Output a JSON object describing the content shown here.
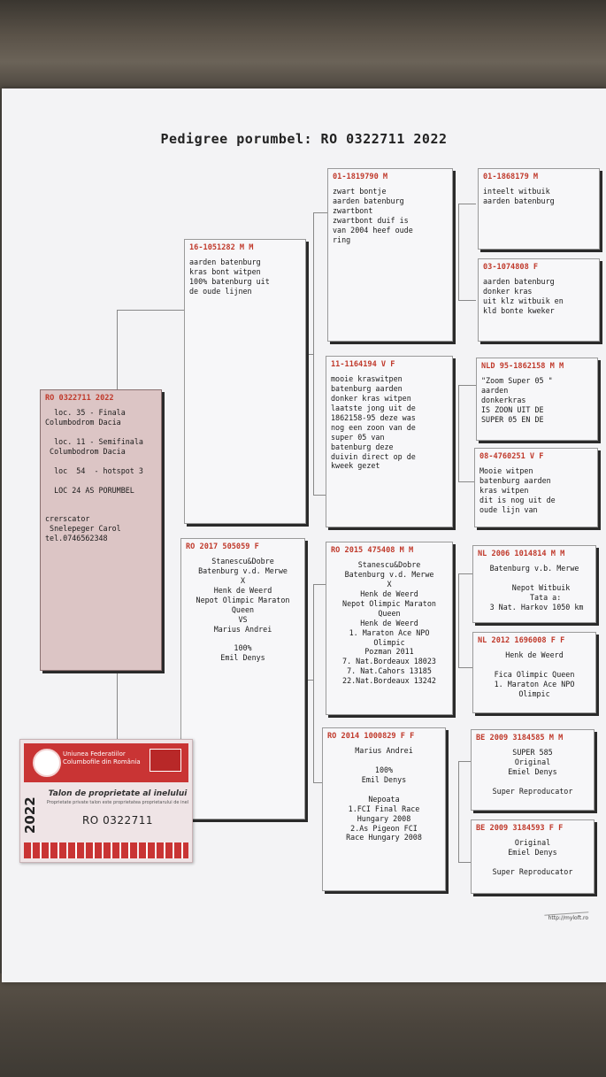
{
  "title": "Pedigree porumbel: RO 0322711 2022",
  "cards": {
    "main": {
      "id": "RO 0322711 2022",
      "body": "  loc. 35 - Finala\nColumbodrom Dacia\n\n  loc. 11 - Semifinala\n Columbodrom Dacia\n\n  loc  54  - hotspot 3\n\n  LOC 24 AS PORUMBEL\n\n\ncrerscator\n Snelepeger Carol\ntel.0746562348"
    },
    "sire": {
      "id": "16-1051282 M M",
      "body": "aarden batenburg\nkras bont witpen\n100% batenburg uit\nde oude lijnen"
    },
    "dam": {
      "id": "RO 2017 505059 F",
      "body": "Stanescu&Dobre\nBatenburg v.d. Merwe\nX\nHenk de Weerd\nNepot Olimpic Maraton\nQueen\nVS\nMarius Andrei\n\n100%\nEmil Denys"
    },
    "ss": {
      "id": "01-1819790 M",
      "body": "zwart bontje\naarden batenburg\nzwartbont\nzwartbont duif is\nvan 2004 heef oude\nring"
    },
    "sd": {
      "id": "11-1164194 V F",
      "body": "mooie kraswitpen\nbatenburg aarden\ndonker kras witpen\nlaatste jong uit de\n1862158-95 deze was\nnog een zoon van de\nsuper 05 van\nbatenburg deze\nduivin direct op de\nkweek gezet"
    },
    "ds": {
      "id": "RO 2015 475408 M M",
      "body": "Stanescu&Dobre\nBatenburg v.d. Merwe\nX\nHenk de Weerd\nNepot Olimpic Maraton\nQueen\nHenk de Weerd\n1. Maraton Ace NPO\nOlimpic\nPozman 2011\n7. Nat.Bordeaux 18023\n7. Nat.Cahors 13185\n22.Nat.Bordeaux 13242"
    },
    "dd": {
      "id": "RO 2014 1000829 F F",
      "body": "Marius Andrei\n\n100%\nEmil Denys\n\nNepoata\n1.FCI Final Race\nHungary 2008\n2.As Pigeon FCI\nRace Hungary 2008"
    },
    "sss": {
      "id": "01-1868179 M",
      "body": "inteelt witbuik\naarden batenburg"
    },
    "ssd": {
      "id": "03-1074808 F",
      "body": "aarden batenburg\ndonker kras\nuit klz witbuik en\nkld bonte kweker"
    },
    "sds": {
      "id": "NLD 95-1862158 M M",
      "body": "\"Zoom Super 05 \"\naarden\ndonkerkras\nIS ZOON UIT DE\nSUPER 05 EN DE"
    },
    "sdd": {
      "id": "08-4760251 V F",
      "body": "Mooie witpen\nbatenburg aarden\nkras witpen\ndit is nog uit de\noude lijn van"
    },
    "dss": {
      "id": "NL 2006 1014814 M M",
      "body": "Batenburg v.b. Merwe\n\n   Nepot Witbuik\n     Tata a:\n 3 Nat. Harkov 1050 km"
    },
    "dsd": {
      "id": "NL 2012 1696008 F F",
      "body": "Henk de Weerd\n\nFica Olimpic Queen\n1. Maraton Ace NPO\nOlimpic"
    },
    "dds": {
      "id": "BE 2009 3184585 M M",
      "body": "SUPER 585\nOriginal\nEmiel Denys\n\nSuper Reproducator"
    },
    "ddd": {
      "id": "BE 2009 3184593 F F",
      "body": "Original\nEmiel Denys\n\nSuper Reproducator"
    }
  },
  "ticket": {
    "org_line1": "Uniunea Federatiilor",
    "org_line2": "Columbofile din România",
    "year": "2022",
    "heading": "Talon de proprietate al inelului",
    "subtext": "Proprietate private talon este proprietatea proprietarului de inel",
    "ring": "RO 0322711"
  },
  "url": "http://myloft.ro"
}
